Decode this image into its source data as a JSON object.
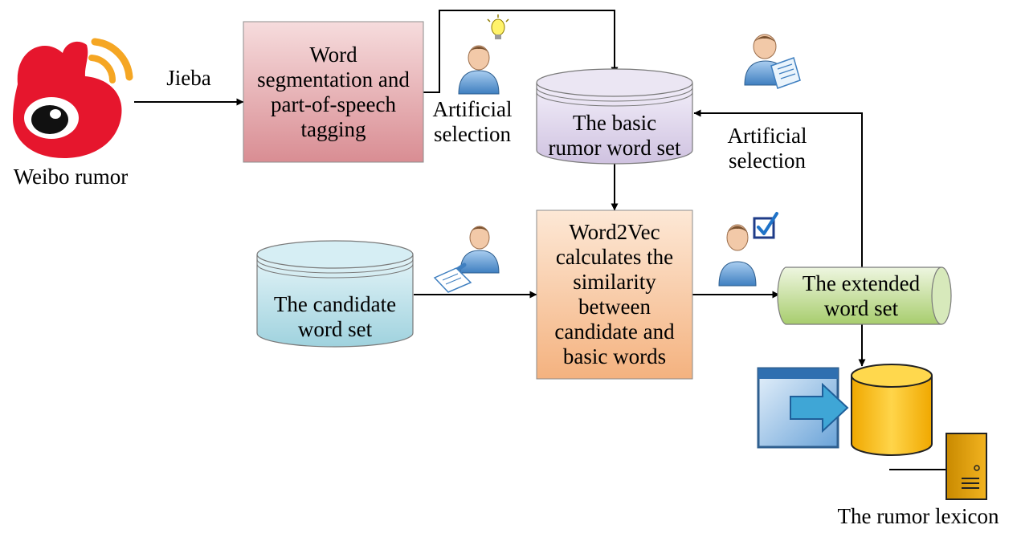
{
  "labels": {
    "weibo_rumor": "Weibo rumor",
    "jieba": "Jieba",
    "artificial_selection_1": [
      "Artificial",
      "selection"
    ],
    "artificial_selection_2": [
      "Artificial",
      "selection"
    ],
    "rumor_lexicon": "The rumor lexicon"
  },
  "nodes": {
    "segmentation": [
      "Word",
      "segmentation and",
      "part-of-speech",
      "tagging"
    ],
    "basic_set": [
      "The basic",
      "rumor word set"
    ],
    "candidate_set": [
      "The candidate",
      "word set"
    ],
    "word2vec": [
      "Word2Vec",
      "calculates the",
      "similarity",
      "between",
      "candidate and",
      "basic words"
    ],
    "extended_set": [
      "The extended",
      "word set"
    ]
  },
  "colors": {
    "weibo_red": "#e6162d",
    "weibo_orange": "#f5a623",
    "segmentation_fill": "#e8aeb2",
    "basic_set_fill": "#ddd3e8",
    "candidate_fill": "#bfe2ea",
    "word2vec_fill": "#f9cba8",
    "extended_fill": "#c3dd98",
    "lexicon_fill": "#ffc61a",
    "user_blue": "#5b9bd5",
    "arrow": "#000000"
  },
  "icons": [
    "weibo-logo-icon",
    "person-lightbulb-icon",
    "person-document-icon",
    "person-writing-icon",
    "person-checkmark-icon",
    "import-window-icon",
    "database-icon",
    "server-icon"
  ]
}
